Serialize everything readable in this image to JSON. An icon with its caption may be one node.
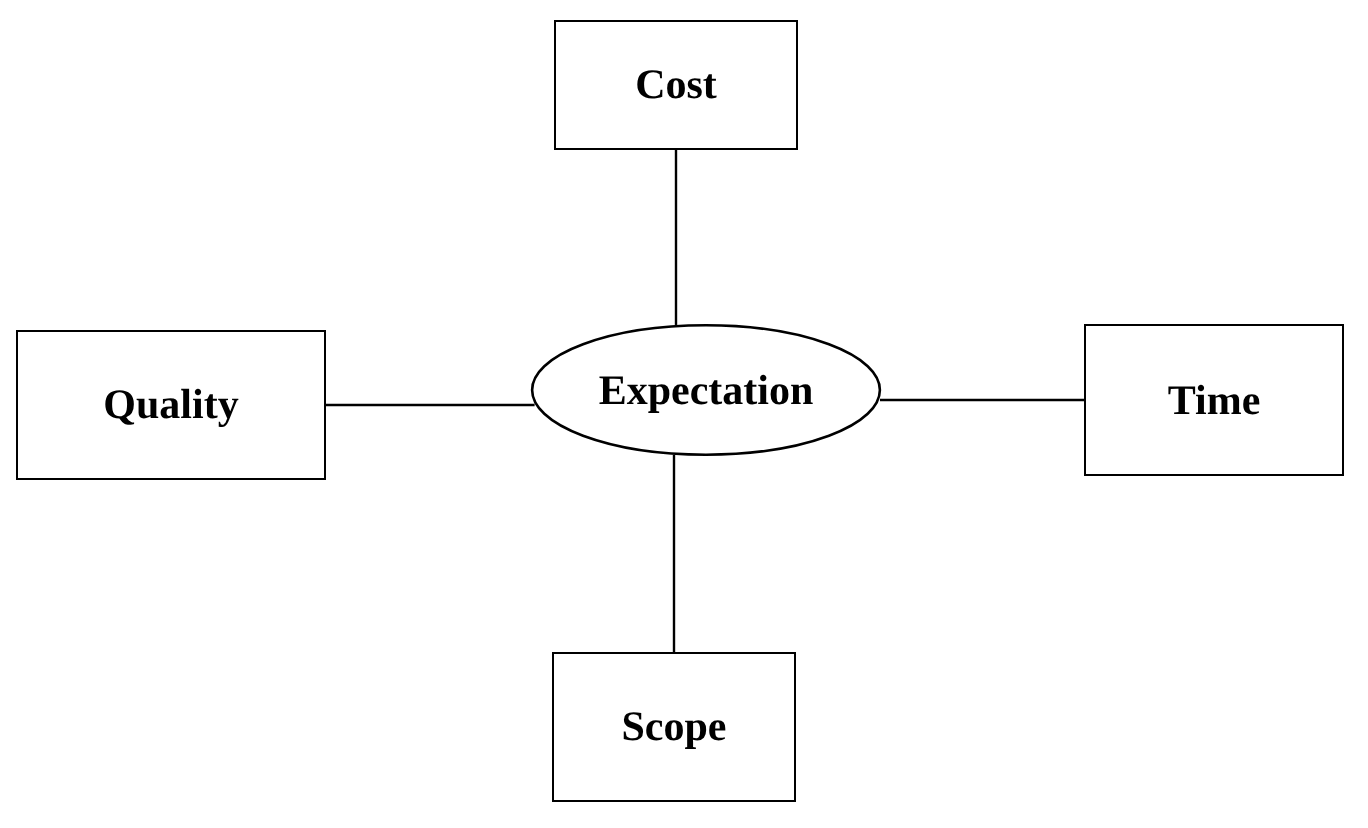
{
  "diagram": {
    "nodes": [
      {
        "text": [
          "Cost"
        ]
      },
      {
        "text": [
          "Quality"
        ]
      },
      {
        "text": [
          "Expectation"
        ]
      },
      {
        "text": [
          "Time"
        ]
      },
      {
        "text": [
          "Scope"
        ]
      }
    ],
    "edges": [
      {
        "from": 2,
        "to": 0,
        "arrow": "none"
      },
      {
        "from": 1,
        "to": 2,
        "arrow": "none"
      },
      {
        "from": 2,
        "to": 3,
        "arrow": "none"
      },
      {
        "from": 2,
        "to": 4,
        "arrow": "none"
      }
    ]
  }
}
